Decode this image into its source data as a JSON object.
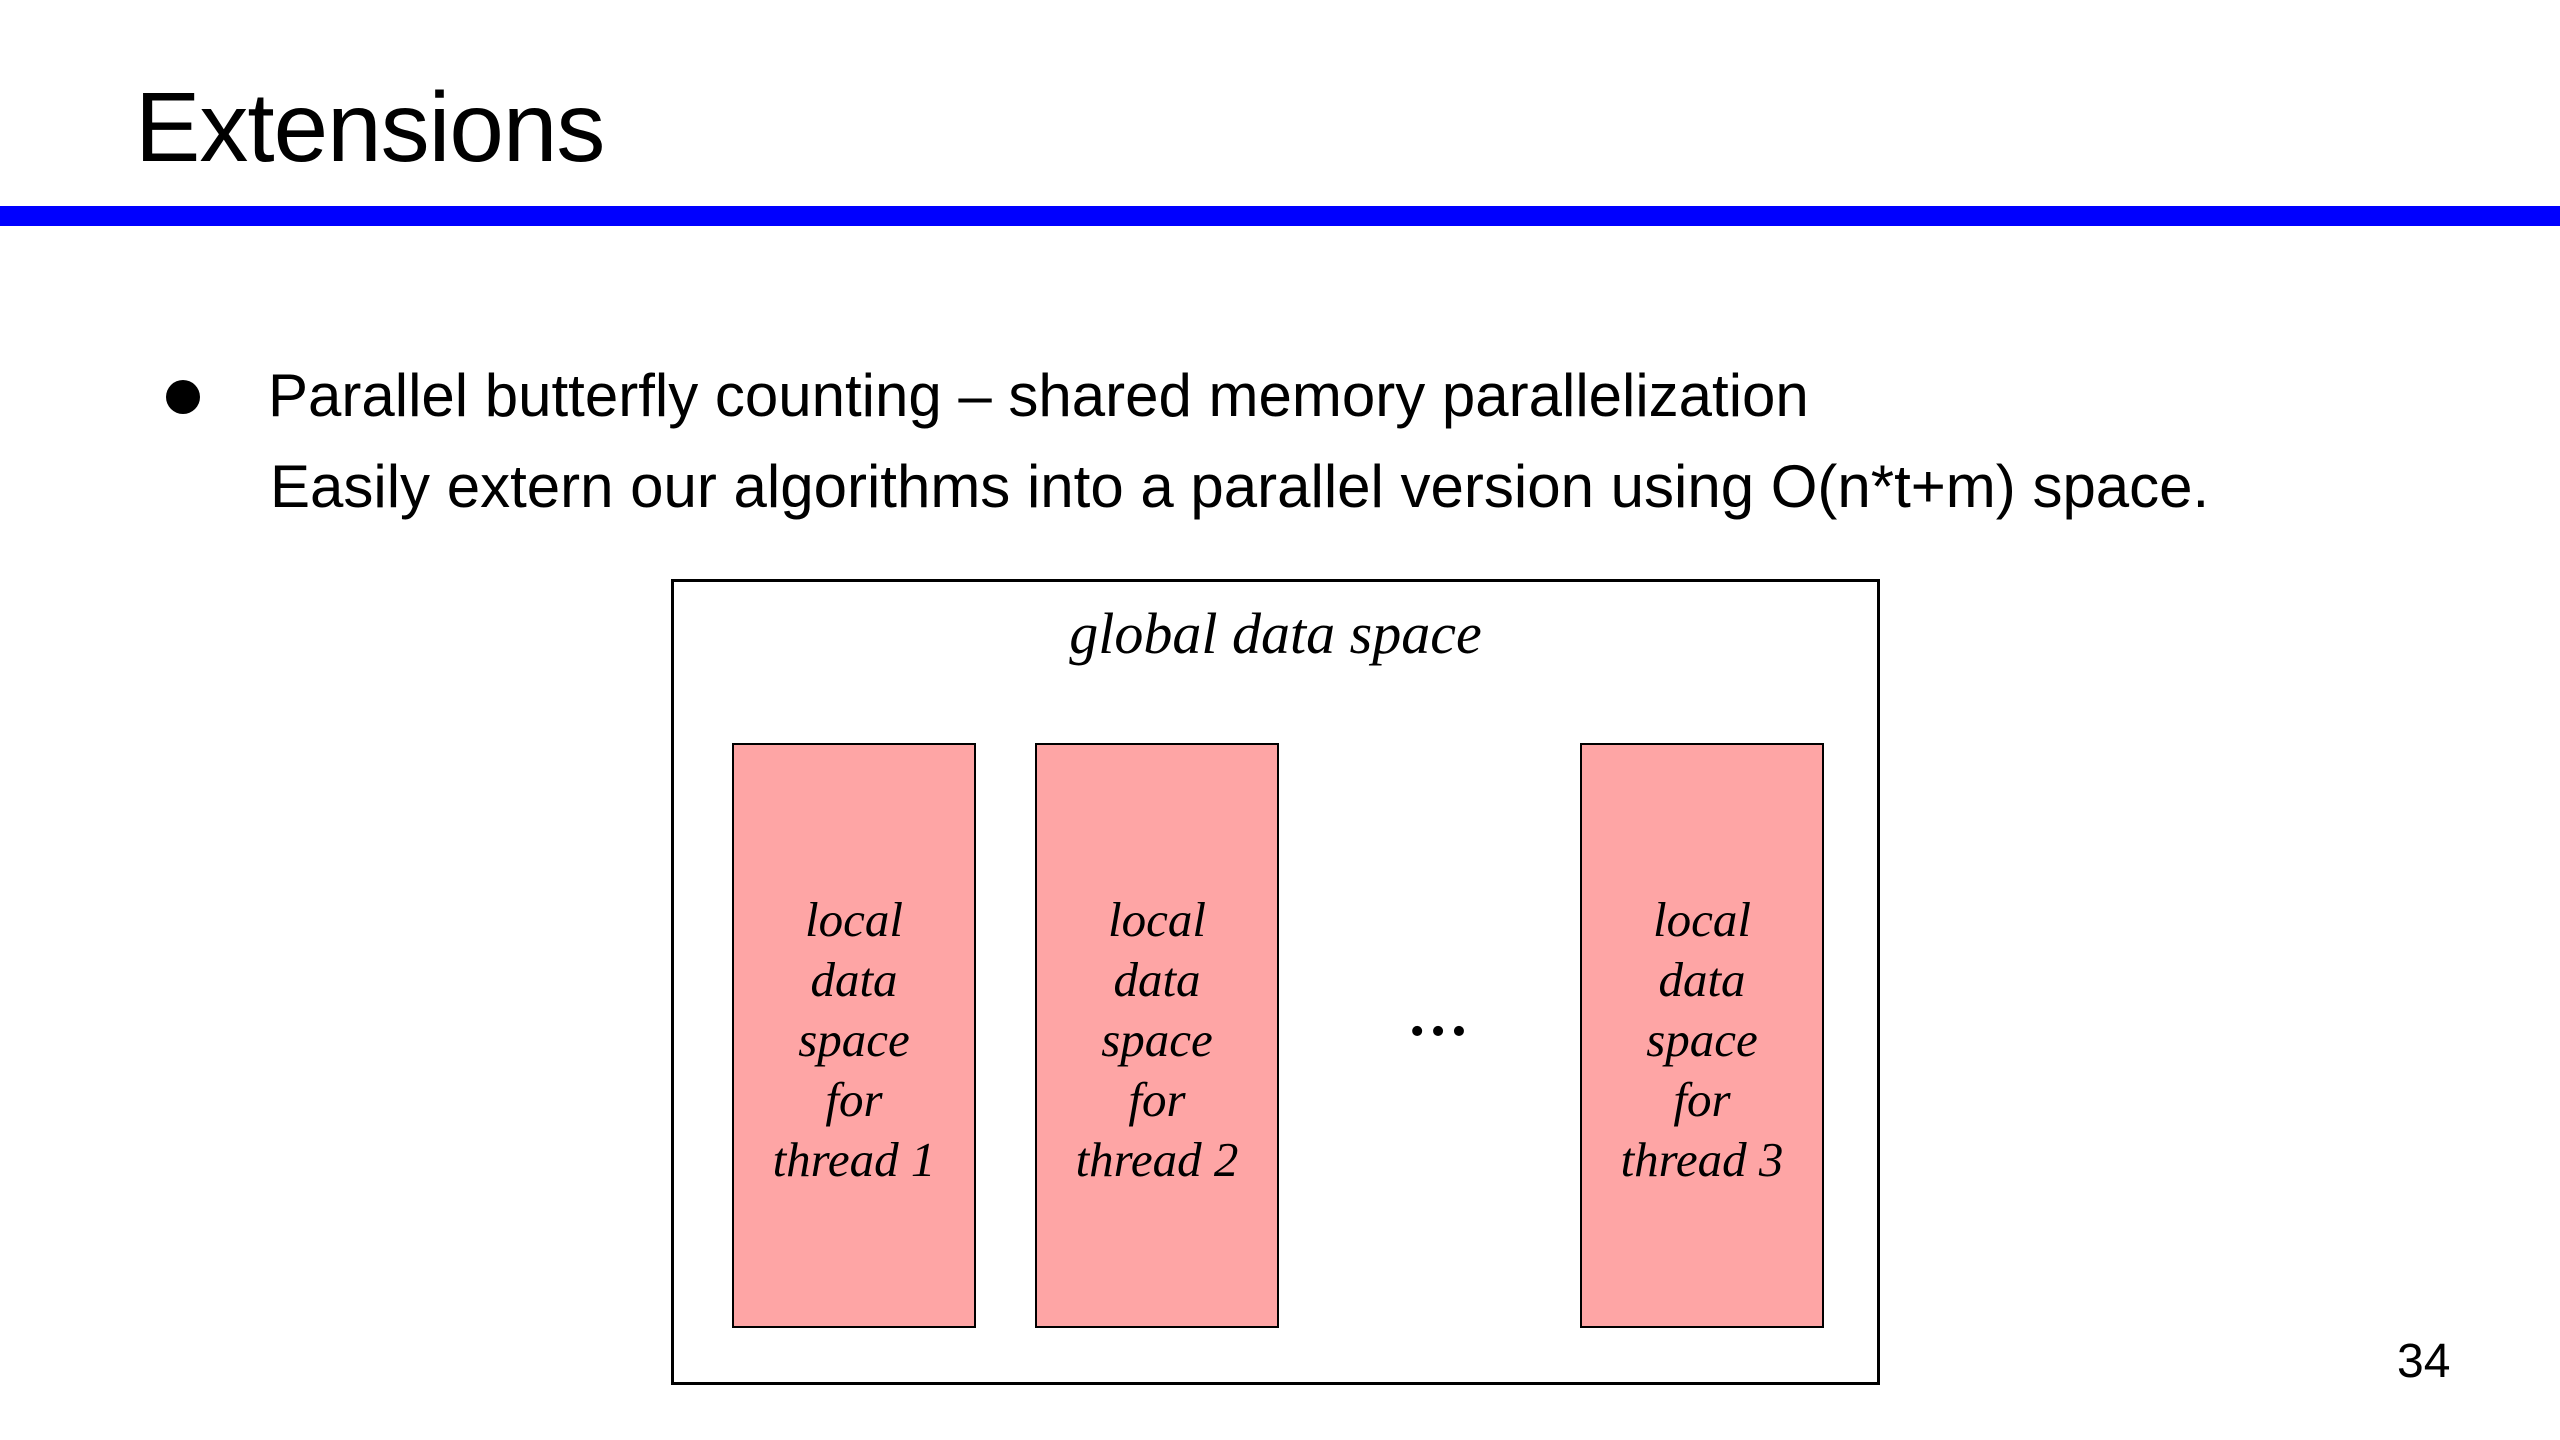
{
  "slide": {
    "title": "Extensions",
    "page_number": "34"
  },
  "bullet": {
    "line1": "Parallel butterfly counting – shared memory parallelization",
    "line2": "Easily extern our algorithms into a parallel version using O(n*t+m) space."
  },
  "diagram": {
    "global_label": "global data space",
    "threads": [
      {
        "label": "local\ndata\nspace\nfor\nthread 1"
      },
      {
        "label": "local\ndata\nspace\nfor\nthread 2"
      },
      {
        "label": "local\ndata\nspace\nfor\nthread 3"
      }
    ],
    "ellipsis": "…",
    "box_fill_color": "#fea5a5"
  },
  "colors": {
    "title_rule": "#0000ff",
    "text": "#000000",
    "background": "#ffffff"
  }
}
